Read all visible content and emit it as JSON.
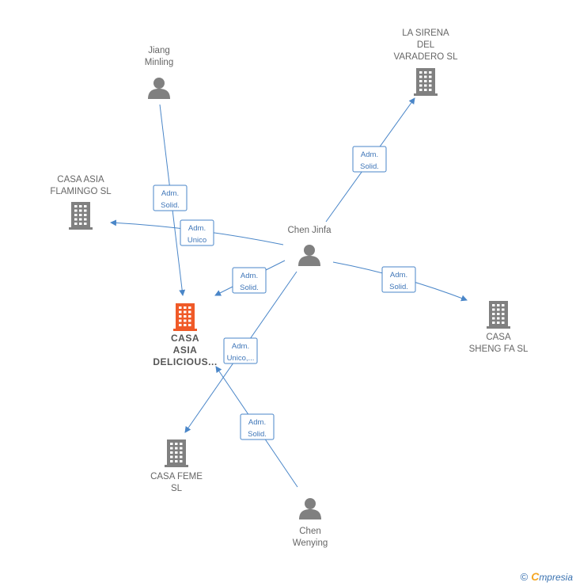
{
  "colors": {
    "edge": "#4a86c8",
    "node_gray": "#808080",
    "node_main": "#f05a28",
    "label": "#666666"
  },
  "nodes": [
    {
      "id": "jiang",
      "kind": "person",
      "lines": [
        "Jiang",
        "Minling"
      ]
    },
    {
      "id": "sirena",
      "kind": "company",
      "lines": [
        "LA SIRENA",
        "DEL",
        "VARADERO  SL"
      ]
    },
    {
      "id": "flamingo",
      "kind": "company",
      "lines": [
        "CASA ASIA",
        "FLAMINGO  SL"
      ]
    },
    {
      "id": "jinfa",
      "kind": "person",
      "lines": [
        "Chen Jinfa"
      ]
    },
    {
      "id": "delicious",
      "kind": "company-main",
      "lines": [
        "CASA",
        "ASIA",
        "DELICIOUS..."
      ]
    },
    {
      "id": "shengfa",
      "kind": "company",
      "lines": [
        "CASA",
        "SHENG FA  SL"
      ]
    },
    {
      "id": "feme",
      "kind": "company",
      "lines": [
        "CASA FEME",
        "SL"
      ]
    },
    {
      "id": "wenying",
      "kind": "person",
      "lines": [
        "Chen",
        "Wenying"
      ]
    }
  ],
  "edges": [
    {
      "from": "jiang",
      "to": "delicious",
      "badge": [
        "Adm.",
        "Solid."
      ]
    },
    {
      "from": "jinfa",
      "to": "sirena",
      "badge": [
        "Adm.",
        "Solid."
      ]
    },
    {
      "from": "jinfa",
      "to": "flamingo",
      "badge": [
        "Adm.",
        "Unico"
      ]
    },
    {
      "from": "jinfa",
      "to": "delicious",
      "badge": [
        "Adm.",
        "Solid."
      ]
    },
    {
      "from": "jinfa",
      "to": "shengfa",
      "badge": [
        "Adm.",
        "Solid."
      ]
    },
    {
      "from": "jinfa",
      "to": "feme",
      "badge": [
        "Adm.",
        "Unico,..."
      ]
    },
    {
      "from": "wenying",
      "to": "delicious",
      "badge": [
        "Adm.",
        "Solid."
      ]
    }
  ],
  "footer": {
    "copyright": "©",
    "brand_first": "C",
    "brand_rest": "mpresia"
  }
}
